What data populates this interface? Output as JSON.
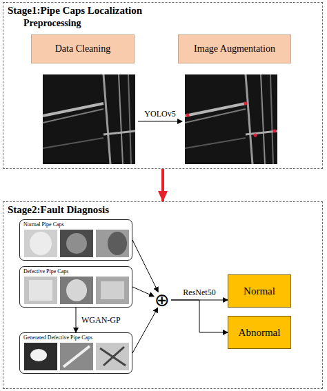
{
  "diagram": {
    "nodes": [
      {
        "text": [
          "Stage1:Pipe Caps Localization"
        ]
      },
      {
        "text": [
          "Data Cleaning"
        ],
        "in": 0
      },
      {
        "text": [
          "Image Augmentation"
        ],
        "in": 0
      },
      {
        "text": [
          "Stage2:Fault Diagnosis"
        ]
      },
      {
        "text": [
          "Normal Pipe Caps"
        ],
        "in": 3
      },
      {
        "text": [
          "Defective Pipe Caps"
        ],
        "in": 3
      },
      {
        "text": [
          "Generated Defective Pipe Caps"
        ],
        "in": 3
      },
      {
        "text": [
          "⊕"
        ],
        "in": 3
      },
      {
        "text": [
          "Normal"
        ],
        "in": 3
      },
      {
        "text": [
          "Abnormal"
        ],
        "in": 3
      }
    ],
    "edges": [
      {
        "from": 0,
        "to": 3,
        "arrow": "to"
      },
      {
        "from": 4,
        "to": 7,
        "arrow": "to"
      },
      {
        "from": 5,
        "to": 7,
        "arrow": "to"
      },
      {
        "from": 6,
        "to": 7,
        "arrow": "to"
      },
      {
        "from": 5,
        "to": 6,
        "label": "WGAN-GP",
        "arrow": "to"
      },
      {
        "from": 7,
        "to": 8,
        "label": "ResNet50",
        "arrow": "to"
      },
      {
        "from": 7,
        "to": 9,
        "arrow": "to"
      }
    ],
    "labels": [
      "Preprocessing",
      "YOLOv5"
    ]
  }
}
